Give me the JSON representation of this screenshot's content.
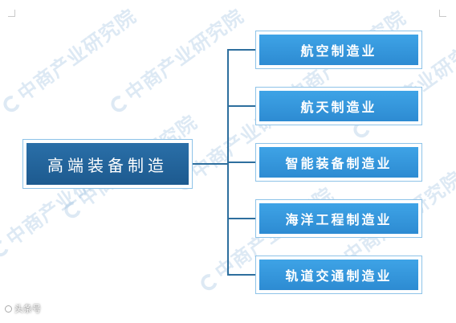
{
  "root": {
    "label": "高端装备制造"
  },
  "children": [
    {
      "label": "航空制造业"
    },
    {
      "label": "航天制造业"
    },
    {
      "label": "智能装备制造业"
    },
    {
      "label": "海洋工程制造业"
    },
    {
      "label": "轨道交通制造业"
    }
  ],
  "watermark": {
    "text": "中商产业研究院"
  },
  "source": {
    "text": "头条号"
  },
  "colors": {
    "root_fill": "#1d5a8f",
    "child_fill": "#3399dd",
    "connector": "#2e6f9e",
    "box_border": "#8ec3e8"
  }
}
